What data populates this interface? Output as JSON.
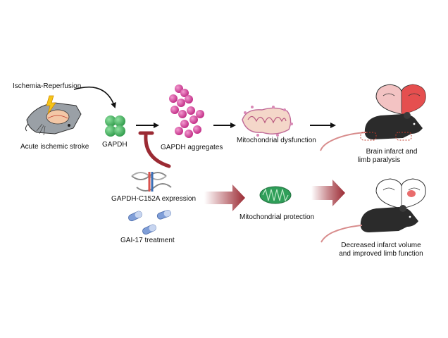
{
  "labels": {
    "ischemia": "Ischemia-Reperfusion",
    "stroke": "Acute ischemic stroke",
    "gapdh": "GAPDH",
    "aggregates": "GAPDH aggregates",
    "mito_dysfunction": "Mitochondrial dysfunction",
    "outcome_bad_1": "Brain infarct and",
    "outcome_bad_2": "limb paralysis",
    "mutant": "GAPDH-C152A expression",
    "drug": "GAI-17 treatment",
    "mito_protection": "Mitochondrial protection",
    "outcome_good_1": "Decreased infarct volume",
    "outcome_good_2": "and improved limb function"
  },
  "colors": {
    "gapdh_green": "#3fae58",
    "aggregate_pink": "#d0308f",
    "mito_pink": "#d989b6",
    "mito_green": "#2f9e59",
    "inhibit_red": "#9b2a33",
    "mouse_body": "#2b2b2b",
    "infarct_red": "#e23b3b",
    "capsule_blue": "#7f9ed8"
  },
  "icons": [
    "rat-head-icon",
    "lightning-icon",
    "gapdh-tetramer-icon",
    "aggregate-chain-icon",
    "mitochondrion-damaged-icon",
    "mitochondrion-healthy-icon",
    "brain-slice-icon",
    "mouse-icon",
    "dna-helix-icon",
    "capsule-icon"
  ]
}
